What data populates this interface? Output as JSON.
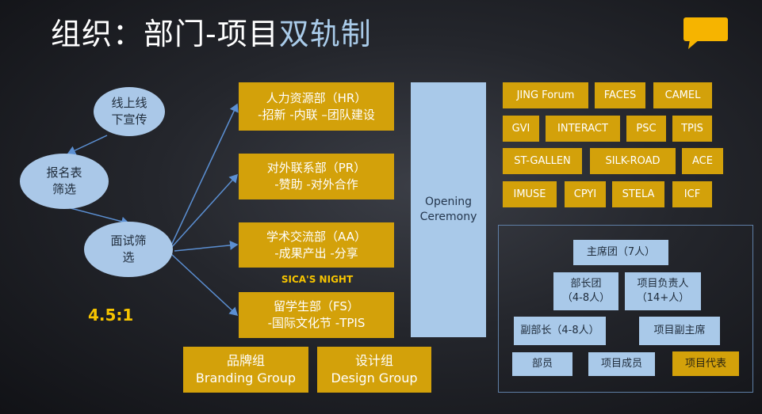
{
  "title": {
    "main": "组织：部门-项目",
    "accent": "双轨制"
  },
  "process": {
    "step1": [
      "线上线",
      "下宣传"
    ],
    "step2": [
      "报名表",
      "筛选"
    ],
    "step3": [
      "面试筛",
      "选"
    ],
    "ratio": "4.5:1"
  },
  "departments": [
    {
      "line1": "人力资源部（HR）",
      "line2": "-招新 -内联 –团队建设"
    },
    {
      "line1": "对外联系部（PR）",
      "line2": "-赞助 -对外合作"
    },
    {
      "line1": "学术交流部（AA）",
      "line2": "-成果产出 -分享"
    },
    {
      "line1": "留学生部（FS）",
      "line2": "-国际文化节 -TPIS"
    }
  ],
  "sica_night": "SICA'S NIGHT",
  "opening": [
    "Opening",
    "Ceremony"
  ],
  "groups": [
    {
      "cn": "品牌组",
      "en": "Branding Group"
    },
    {
      "cn": "设计组",
      "en": "Design Group"
    }
  ],
  "projects": [
    "JING Forum",
    "FACES",
    "CAMEL",
    "GVI",
    "INTERACT",
    "PSC",
    "TPIS",
    "ST-GALLEN",
    "SILK-ROAD",
    "ACE",
    "IMUSE",
    "CPYI",
    "STELA",
    "ICF"
  ],
  "roles": {
    "chair": "主席团（7人）",
    "dept_head": [
      "部长团",
      "（4-8人）"
    ],
    "proj_lead": [
      "项目负责人",
      "（14+人）"
    ],
    "vice_head": "副部长（4-8人）",
    "vice_chair": "项目副主席",
    "member": "部员",
    "proj_member": "项目成员",
    "proj_rep": "项目代表"
  },
  "colors": {
    "gold": "#d3a10a",
    "light_blue": "#a9c9e9",
    "accent_text": "#f6c400"
  }
}
